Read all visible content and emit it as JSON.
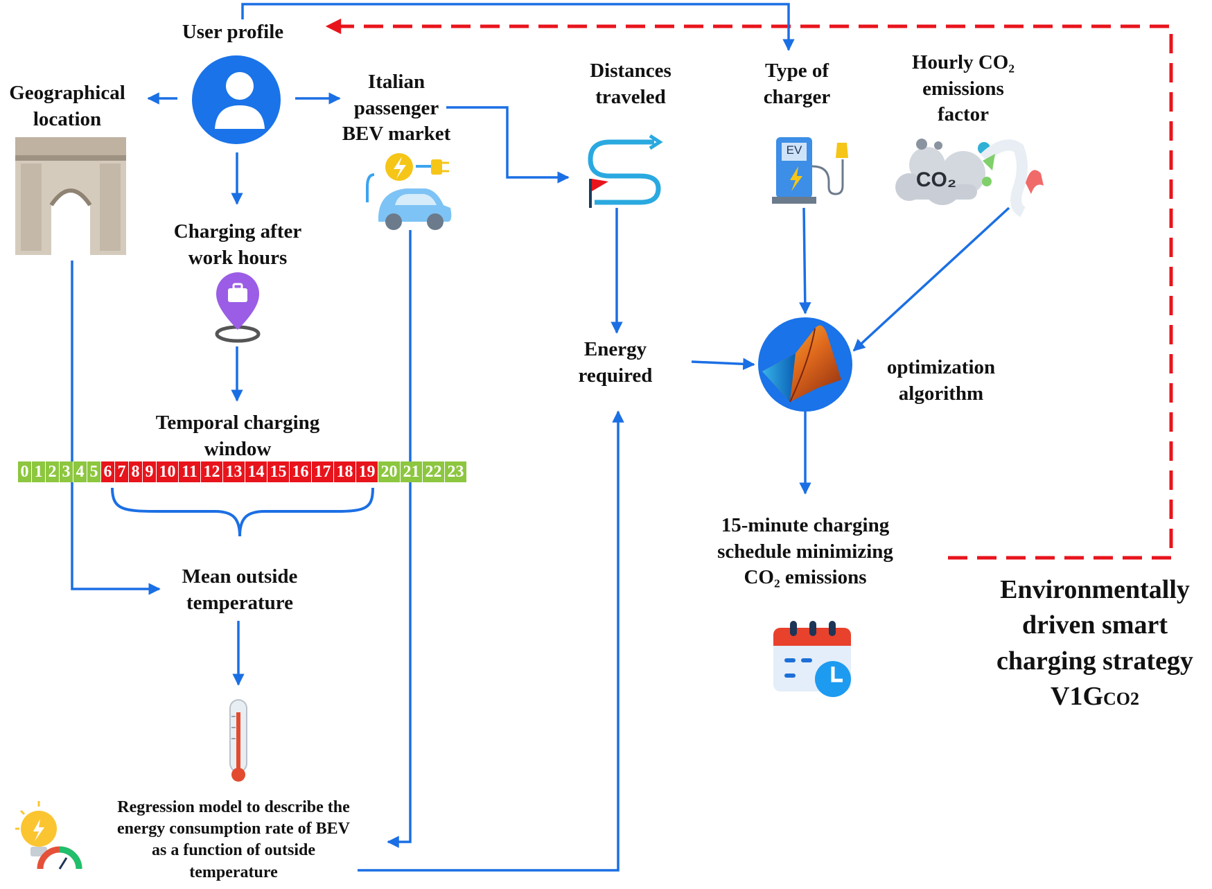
{
  "labels": {
    "user_profile": "User profile",
    "geo_location": [
      "Geographical",
      "location"
    ],
    "italian_market": [
      "Italian",
      "passenger",
      "BEV market"
    ],
    "distances": [
      "Distances",
      "traveled"
    ],
    "charger_type": [
      "Type of",
      "charger"
    ],
    "co2_factor": [
      "Hourly CO₂",
      "emissions",
      "factor"
    ],
    "charging_after": [
      "Charging after",
      "work hours"
    ],
    "temporal_window": [
      "Temporal charging",
      "window"
    ],
    "energy_required": [
      "Energy",
      "required"
    ],
    "optimization": [
      "optimization",
      "algorithm"
    ],
    "schedule": [
      "15-minute charging",
      "schedule minimizing",
      "CO₂ emissions"
    ],
    "mean_temp": [
      "Mean outside",
      "temperature"
    ],
    "regression": [
      "Regression model to describe the",
      "energy consumption rate of BEV",
      "as a function of outside",
      "temperature"
    ],
    "strategy": [
      "Environmentally",
      "driven smart",
      "charging strategy"
    ],
    "strategy_name": "V1G",
    "strategy_sub": "CO2",
    "charger_screen": "EV",
    "co2_cloud": "CO₂"
  },
  "hours": [
    {
      "h": "0",
      "charging": false
    },
    {
      "h": "1",
      "charging": false
    },
    {
      "h": "2",
      "charging": false
    },
    {
      "h": "3",
      "charging": false
    },
    {
      "h": "4",
      "charging": false
    },
    {
      "h": "5",
      "charging": false
    },
    {
      "h": "6",
      "charging": true
    },
    {
      "h": "7",
      "charging": true
    },
    {
      "h": "8",
      "charging": true
    },
    {
      "h": "9",
      "charging": true
    },
    {
      "h": "10",
      "charging": true
    },
    {
      "h": "11",
      "charging": true
    },
    {
      "h": "12",
      "charging": true
    },
    {
      "h": "13",
      "charging": true
    },
    {
      "h": "14",
      "charging": true
    },
    {
      "h": "15",
      "charging": true
    },
    {
      "h": "16",
      "charging": true
    },
    {
      "h": "17",
      "charging": true
    },
    {
      "h": "18",
      "charging": true
    },
    {
      "h": "19",
      "charging": true
    },
    {
      "h": "20",
      "charging": false
    },
    {
      "h": "21",
      "charging": false
    },
    {
      "h": "22",
      "charging": false
    },
    {
      "h": "23",
      "charging": false
    }
  ],
  "colors": {
    "flow_arrow": "#1b6fe4",
    "feedback_arrow": "#e8141c",
    "hour_inactive": "#8dc63f",
    "hour_active": "#e8141c"
  },
  "icons": [
    "user-icon",
    "arch-icon",
    "ev-car-icon",
    "route-icon",
    "ev-charger-icon",
    "co2-cloud-icon",
    "briefcase-pin-icon",
    "matlab-surface-icon",
    "calendar-clock-icon",
    "thermometer-icon",
    "bulb-gauge-icon"
  ]
}
